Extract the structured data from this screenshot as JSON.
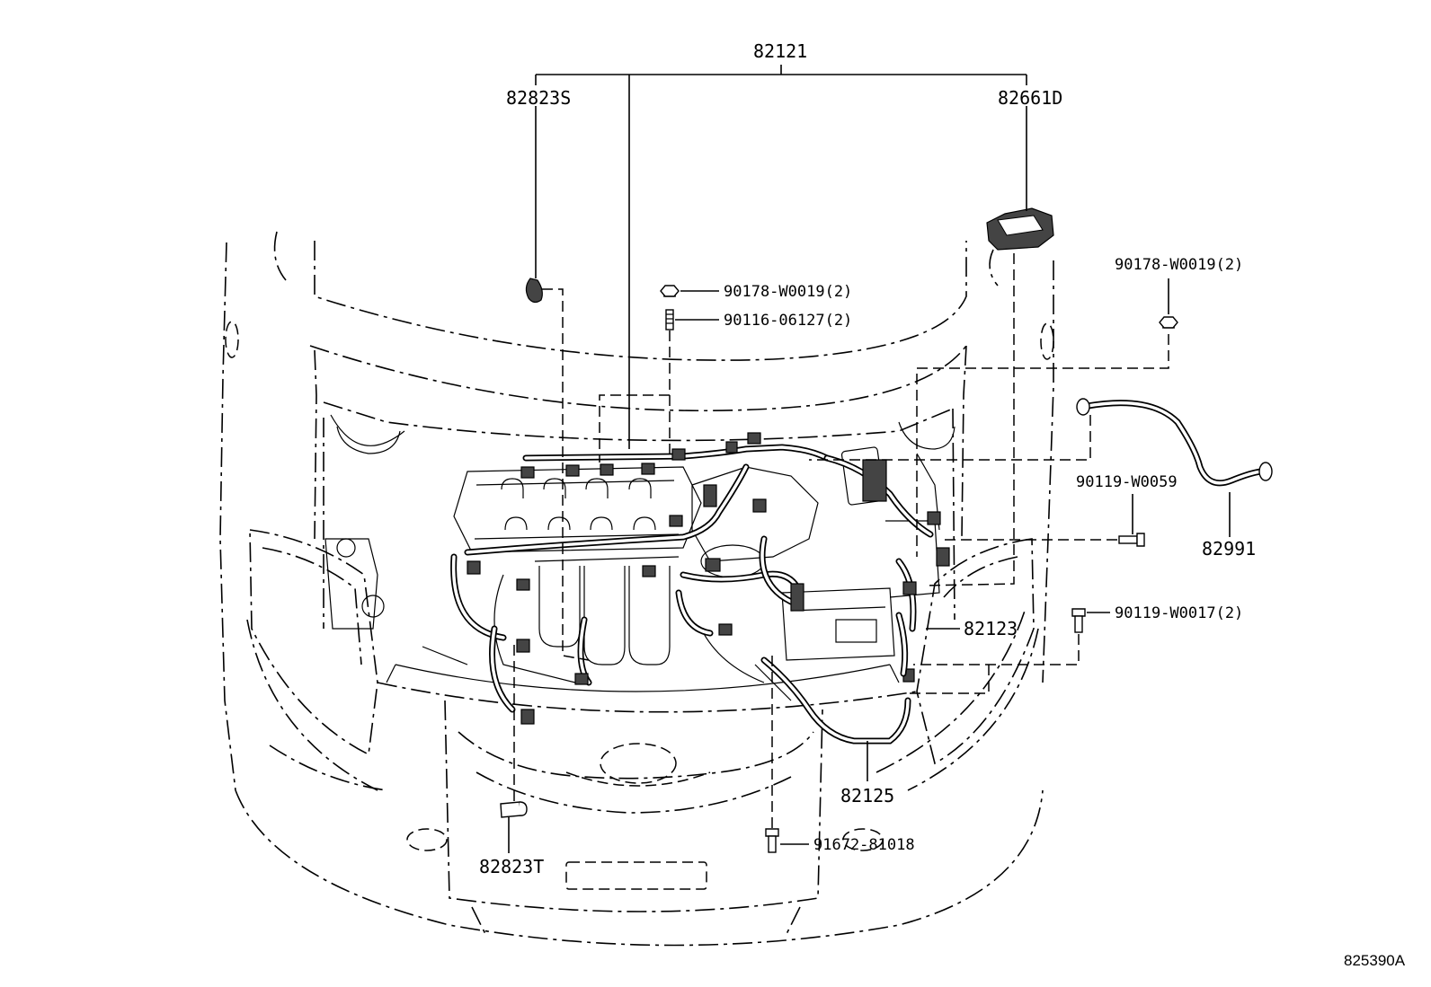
{
  "parts": {
    "p82121": "82121",
    "p82823S": "82823S",
    "p82661D": "82661D",
    "p90178_a": "90178-W0019(2)",
    "p90116": "90116-06127(2)",
    "p90178_b": "90178-W0019(2)",
    "p90119_59": "90119-W0059",
    "p82991": "82991",
    "p90119_17": "90119-W0017(2)",
    "p82123": "82123",
    "p82125": "82125",
    "p91672": "91672-81018",
    "p82823T": "82823T"
  },
  "diagram_ref": "825390A"
}
